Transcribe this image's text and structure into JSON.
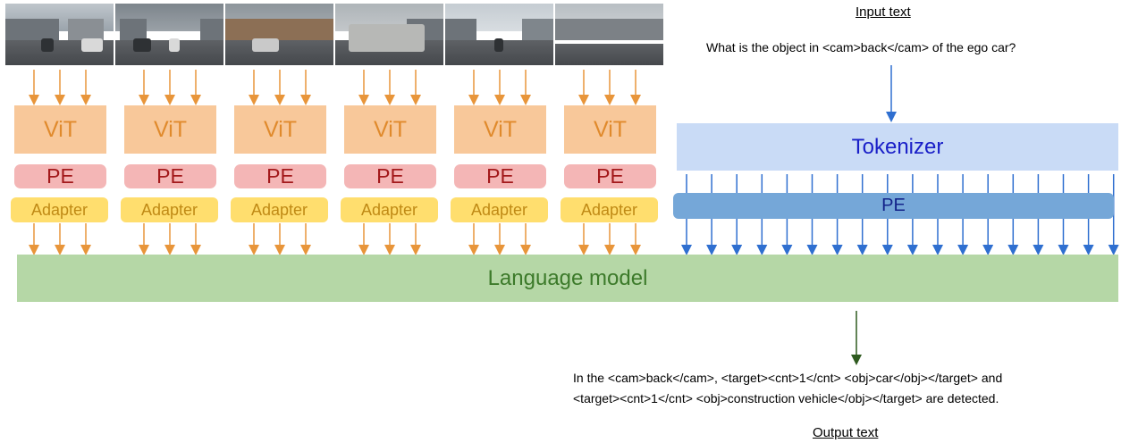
{
  "colors": {
    "orange_arrow": "#e8953a",
    "blue_arrow": "#2f6fd0",
    "green_arrow": "#2e5a1f",
    "vit": "#f8c89a",
    "pe_image": "#f4b6b6",
    "adapter": "#ffde6e",
    "tokenizer": "#c9dbf6",
    "pe_text": "#75a7d8",
    "language_model": "#b5d7a6"
  },
  "image_branches": [
    {
      "vit": "ViT",
      "pe": "PE",
      "adapter": "Adapter"
    },
    {
      "vit": "ViT",
      "pe": "PE",
      "adapter": "Adapter"
    },
    {
      "vit": "ViT",
      "pe": "PE",
      "adapter": "Adapter"
    },
    {
      "vit": "ViT",
      "pe": "PE",
      "adapter": "Adapter"
    },
    {
      "vit": "ViT",
      "pe": "PE",
      "adapter": "Adapter"
    },
    {
      "vit": "ViT",
      "pe": "PE",
      "adapter": "Adapter"
    }
  ],
  "input": {
    "label": "Input text",
    "text": "What is the object in <cam>back</cam> of the ego car?"
  },
  "tokenizer": "Tokenizer",
  "text_pe": "PE",
  "language_model": "Language model",
  "output": {
    "label": "Output text",
    "line1": "In the <cam>back</cam>, <target><cnt>1</cnt> <obj>car</obj></target> and",
    "line2": "<target><cnt>1</cnt> <obj>construction vehicle</obj></target> are detected."
  }
}
